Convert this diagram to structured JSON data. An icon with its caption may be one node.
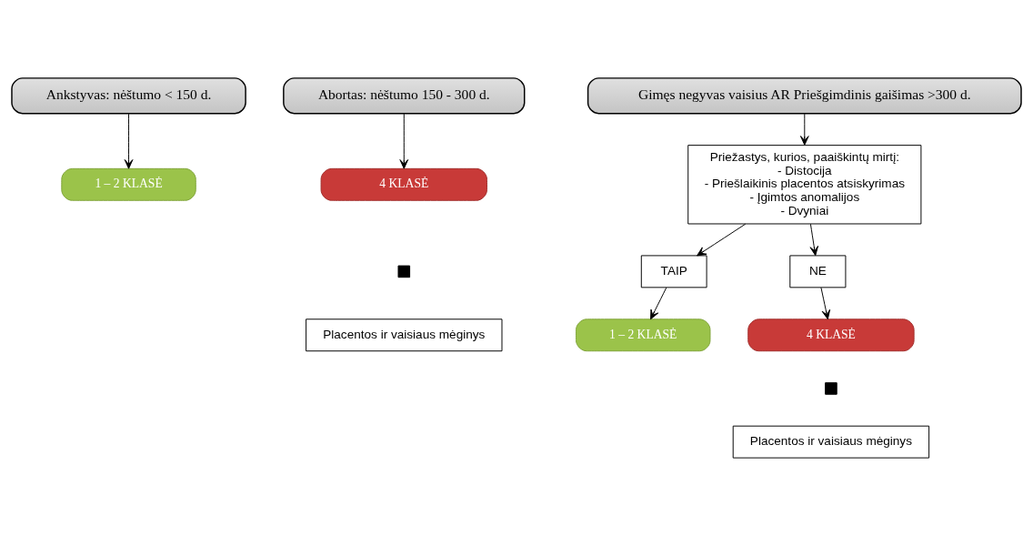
{
  "diagram": {
    "nodes": [
      {
        "text": [
          "Ankstyvas: nėštumo < 150 d."
        ]
      },
      {
        "text": [
          "Abortas: nėštumo 150 - 300 d."
        ]
      },
      {
        "text": [
          "Gimęs negyvas vaisius AR Priešgimdinis gaišimas >300 d."
        ]
      },
      {
        "text": [
          "1 – 2 KLASĖ"
        ]
      },
      {
        "text": [
          "4 KLASĖ"
        ]
      },
      {
        "text": [],
        "shape": "cross"
      },
      {
        "text": [
          "Placentos ir vaisiaus mėginys"
        ]
      },
      {
        "text": [
          "Priežastys, kurios, paaiškintų mirtį:",
          "- Distocija",
          "- Priešlaikinis placentos atsiskyrimas",
          "- Įgimtos anomalijos",
          "- Dvyniai"
        ]
      },
      {
        "text": [
          "TAIP"
        ]
      },
      {
        "text": [
          "NE"
        ]
      },
      {
        "text": [
          "1 – 2 KLASĖ"
        ]
      },
      {
        "text": [
          "4 KLASĖ"
        ]
      },
      {
        "text": [],
        "shape": "cross"
      },
      {
        "text": [
          "Placentos ir vaisiaus mėginys"
        ]
      }
    ],
    "edges": [
      {
        "from": 0,
        "to": 3,
        "arrow": "to"
      },
      {
        "from": 1,
        "to": 4,
        "arrow": "to"
      },
      {
        "from": 2,
        "to": 7,
        "arrow": "to"
      },
      {
        "from": 7,
        "to": 8,
        "arrow": "to"
      },
      {
        "from": 7,
        "to": 9,
        "arrow": "to"
      },
      {
        "from": 8,
        "to": 10,
        "arrow": "to"
      },
      {
        "from": 9,
        "to": 11,
        "arrow": "to"
      }
    ]
  }
}
